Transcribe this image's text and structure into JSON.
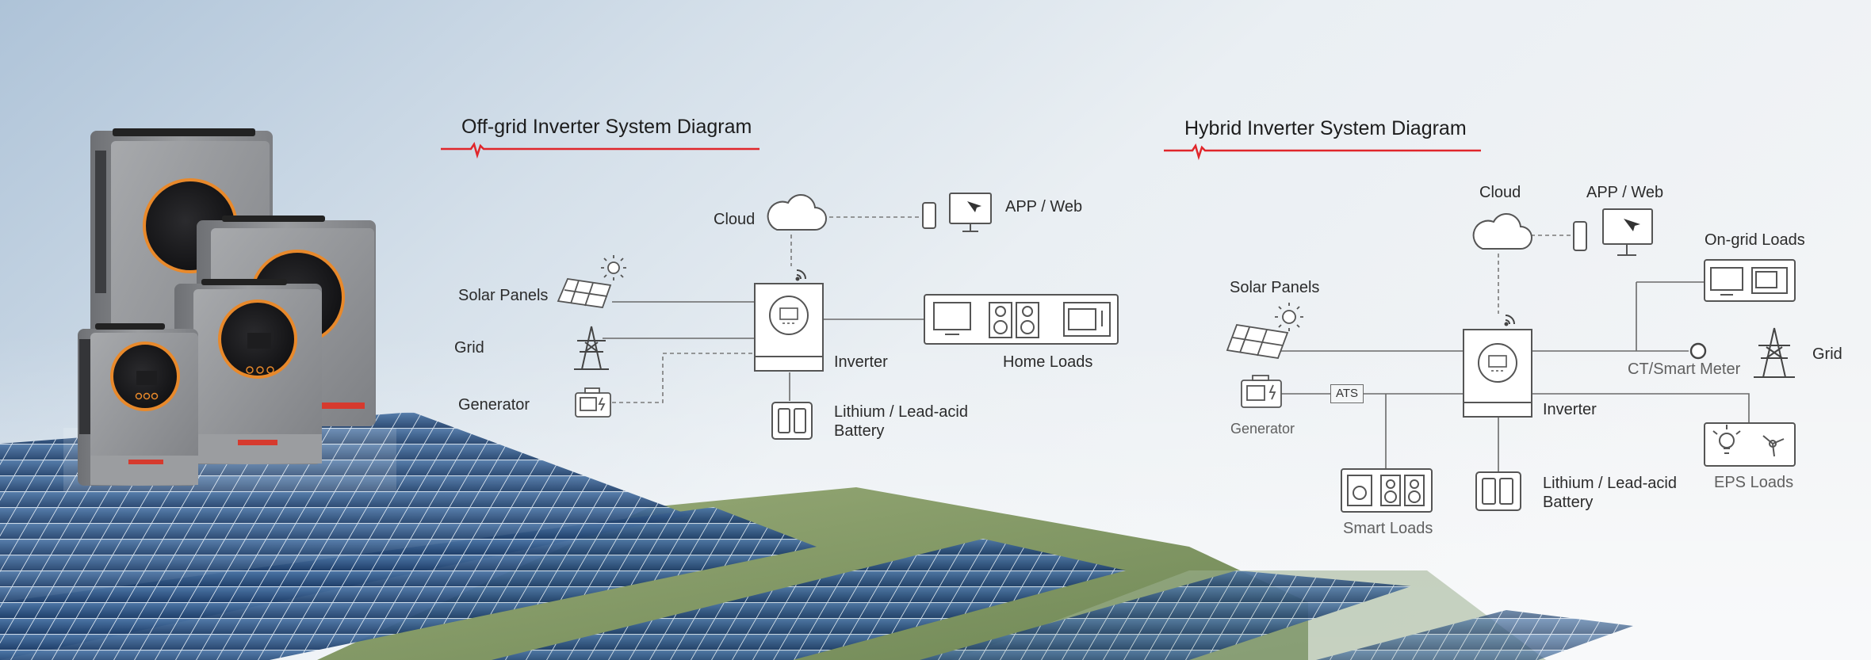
{
  "offgrid": {
    "title": "Off-grid Inverter System Diagram",
    "labels": {
      "cloud": "Cloud",
      "app_web": "APP / Web",
      "solar_panels": "Solar Panels",
      "grid": "Grid",
      "generator": "Generator",
      "inverter": "Inverter",
      "home_loads": "Home Loads",
      "battery_line1": "Lithium / Lead-acid",
      "battery_line2": "Battery"
    }
  },
  "hybrid": {
    "title": "Hybrid Inverter System Diagram",
    "labels": {
      "cloud": "Cloud",
      "app_web": "APP / Web",
      "on_grid_loads": "On-grid Loads",
      "solar_panels": "Solar Panels",
      "grid": "Grid",
      "ct_smart_meter": "CT/Smart Meter",
      "generator": "Generator",
      "ats": "ATS",
      "inverter": "Inverter",
      "eps_loads": "EPS Loads",
      "smart_loads": "Smart Loads",
      "battery_line1": "Lithium / Lead-acid",
      "battery_line2": "Battery"
    }
  },
  "colors": {
    "accent_red": "#e0262b",
    "line": "#6a6a6a",
    "inverter_orange": "#e8892b",
    "panel_blue": "#2f5a8f"
  }
}
